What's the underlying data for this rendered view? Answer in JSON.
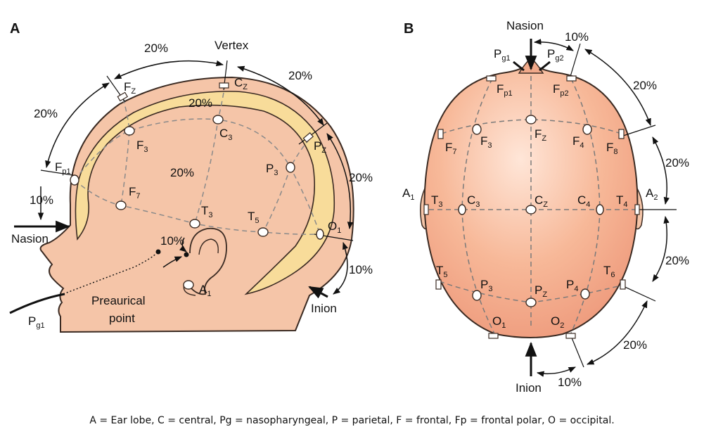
{
  "panel_a": {
    "tag": "A",
    "vertex": "Vertex",
    "nasion": "Nasion",
    "inion": "Inion",
    "preauricular_line1": "Preaurical",
    "preauricular_line2": "point",
    "percentages": {
      "top_left": "20%",
      "top_right": "20%",
      "left_arc": "20%",
      "right_arc": "20%",
      "band_top": "20%",
      "center": "20%",
      "nasion_gap": "10%",
      "inion_gap": "10%",
      "ear_gap": "10%"
    },
    "electrodes": {
      "fz": {
        "base": "F",
        "sub": "Z"
      },
      "cz": {
        "base": "C",
        "sub": "Z"
      },
      "pz": {
        "base": "P",
        "sub": "Z"
      },
      "fp1": {
        "base": "F",
        "sub": "p1"
      },
      "f3": {
        "base": "F",
        "sub": "3"
      },
      "c3": {
        "base": "C",
        "sub": "3"
      },
      "p3": {
        "base": "P",
        "sub": "3"
      },
      "f7": {
        "base": "F",
        "sub": "7"
      },
      "t3": {
        "base": "T",
        "sub": "3"
      },
      "t5": {
        "base": "T",
        "sub": "5"
      },
      "o1": {
        "base": "O",
        "sub": "1"
      },
      "a1": {
        "base": "A",
        "sub": "1"
      },
      "pg1": {
        "base": "P",
        "sub": "g1"
      }
    }
  },
  "panel_b": {
    "tag": "B",
    "nasion": "Nasion",
    "inion": "Inion",
    "percentages": {
      "top_gap": "10%",
      "right_upper": "20%",
      "right_mid_upper": "20%",
      "right_mid_lower": "20%",
      "bottom_right": "20%",
      "bottom_gap": "10%"
    },
    "electrodes": {
      "pg1": {
        "base": "P",
        "sub": "g1"
      },
      "pg2": {
        "base": "P",
        "sub": "g2"
      },
      "fp1": {
        "base": "F",
        "sub": "p1"
      },
      "fp2": {
        "base": "F",
        "sub": "p2"
      },
      "f7": {
        "base": "F",
        "sub": "7"
      },
      "f3": {
        "base": "F",
        "sub": "3"
      },
      "fz": {
        "base": "F",
        "sub": "Z"
      },
      "f4": {
        "base": "F",
        "sub": "4"
      },
      "f8": {
        "base": "F",
        "sub": "8"
      },
      "a1": {
        "base": "A",
        "sub": "1"
      },
      "t3": {
        "base": "T",
        "sub": "3"
      },
      "c3": {
        "base": "C",
        "sub": "3"
      },
      "cz": {
        "base": "C",
        "sub": "Z"
      },
      "c4": {
        "base": "C",
        "sub": "4"
      },
      "t4": {
        "base": "T",
        "sub": "4"
      },
      "a2": {
        "base": "A",
        "sub": "2"
      },
      "t5": {
        "base": "T",
        "sub": "5"
      },
      "p3": {
        "base": "P",
        "sub": "3"
      },
      "pz": {
        "base": "P",
        "sub": "Z"
      },
      "p4": {
        "base": "P",
        "sub": "4"
      },
      "t6": {
        "base": "T",
        "sub": "6"
      },
      "o1": {
        "base": "O",
        "sub": "1"
      },
      "o2": {
        "base": "O",
        "sub": "2"
      }
    }
  },
  "caption": "A  = Ear lobe, C  = central, Pg = nasopharyngeal, P  = parietal, F  = frontal, Fp = frontal polar, O  = occipital.",
  "colors": {
    "skin": "#f5c5a8",
    "skin_edge": "#3a2a22",
    "head_top_fill": "#f2a586",
    "head_top_highlight": "#ffe4d6",
    "brain_band": "#f8dc9a",
    "electrode": "#ffffff",
    "dashed_line": "#8a8a8a"
  }
}
